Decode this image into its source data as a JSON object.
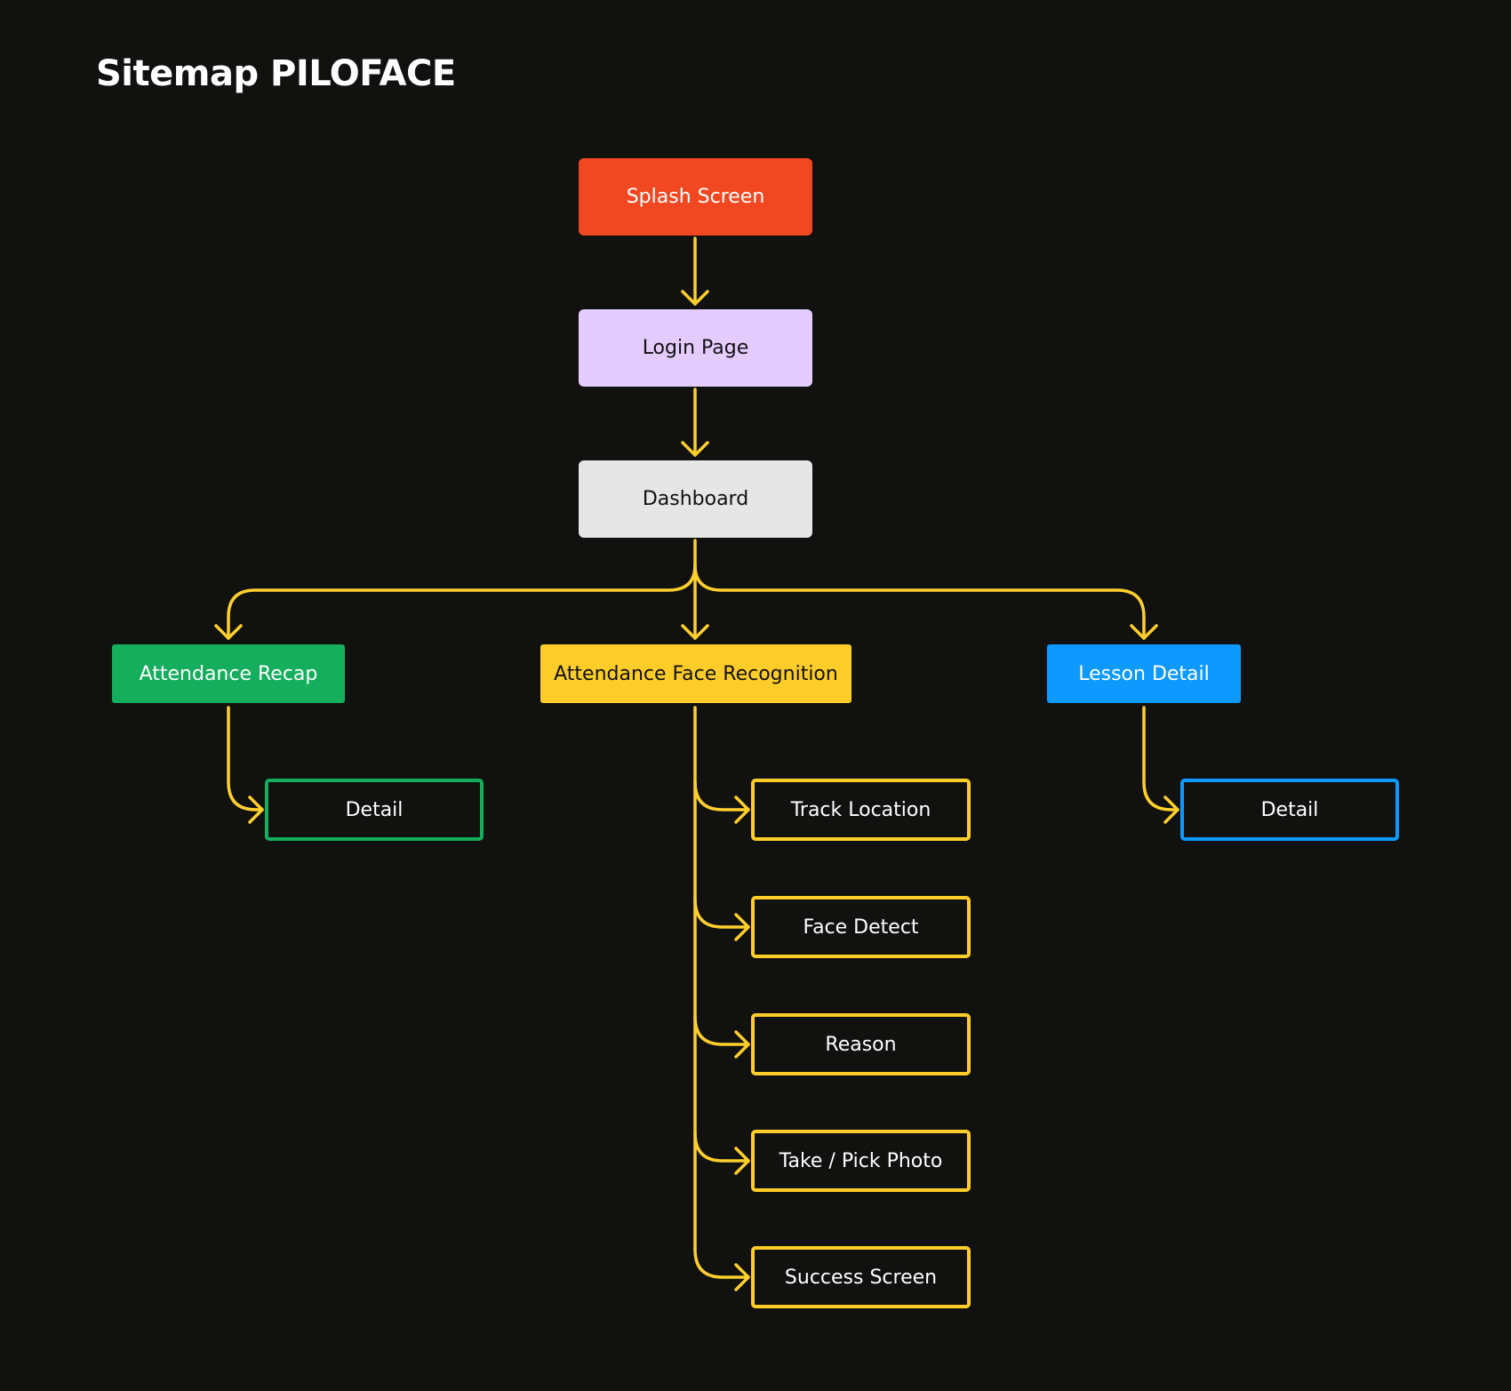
{
  "title": "Sitemap PILOFACE",
  "colors": {
    "background": "#111110",
    "connector": "#FFCF2E",
    "splash": "#F24822",
    "login": "#E4CCFF",
    "dashboard": "#E6E6E6",
    "recap": "#14AE5C",
    "face_recognition": "#FFCD29",
    "lesson": "#0D99FF"
  },
  "nodes": {
    "splash": {
      "label": "Splash Screen"
    },
    "login": {
      "label": "Login Page"
    },
    "dashboard": {
      "label": "Dashboard"
    },
    "recap": {
      "label": "Attendance Recap"
    },
    "recap_detail": {
      "label": "Detail"
    },
    "face": {
      "label": "Attendance Face Recognition"
    },
    "track": {
      "label": "Track Location"
    },
    "detect": {
      "label": "Face Detect"
    },
    "reason": {
      "label": "Reason"
    },
    "photo": {
      "label": "Take / Pick Photo"
    },
    "success": {
      "label": "Success Screen"
    },
    "lesson": {
      "label": "Lesson Detail"
    },
    "lesson_detail": {
      "label": "Detail"
    }
  }
}
